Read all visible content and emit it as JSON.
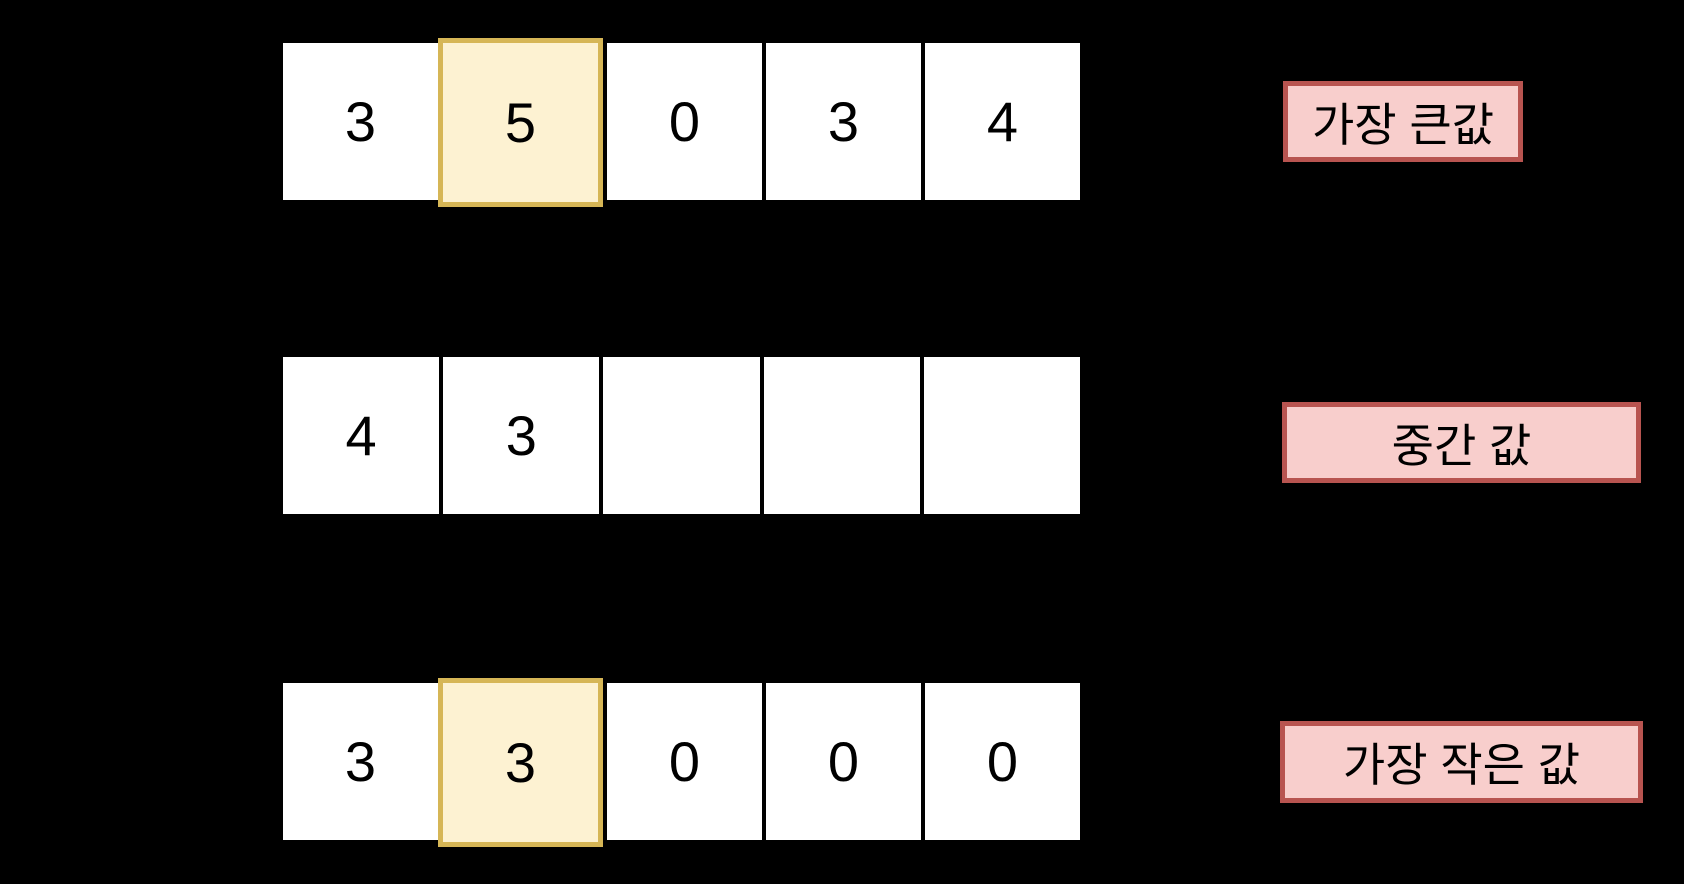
{
  "background": "#000000",
  "colors": {
    "cell_fill": "#ffffff",
    "cell_border": "#000000",
    "highlight_fill": "#fdf2d2",
    "highlight_border": "#d6b656",
    "label_fill": "#f8cecc",
    "label_border": "#b85450",
    "text": "#000000"
  },
  "rows": [
    {
      "name": "top-array",
      "cells": [
        "3",
        "5",
        "0",
        "3",
        "4"
      ],
      "highlight_index": 1
    },
    {
      "name": "middle-array",
      "cells": [
        "4",
        "3",
        "",
        "",
        ""
      ],
      "highlight_index": null
    },
    {
      "name": "bottom-array",
      "cells": [
        "3",
        "3",
        "0",
        "0",
        "0"
      ],
      "highlight_index": 1
    }
  ],
  "labels": [
    {
      "text": "가장 큰값"
    },
    {
      "text": "중간 값"
    },
    {
      "text": "가장 작은 값"
    }
  ]
}
